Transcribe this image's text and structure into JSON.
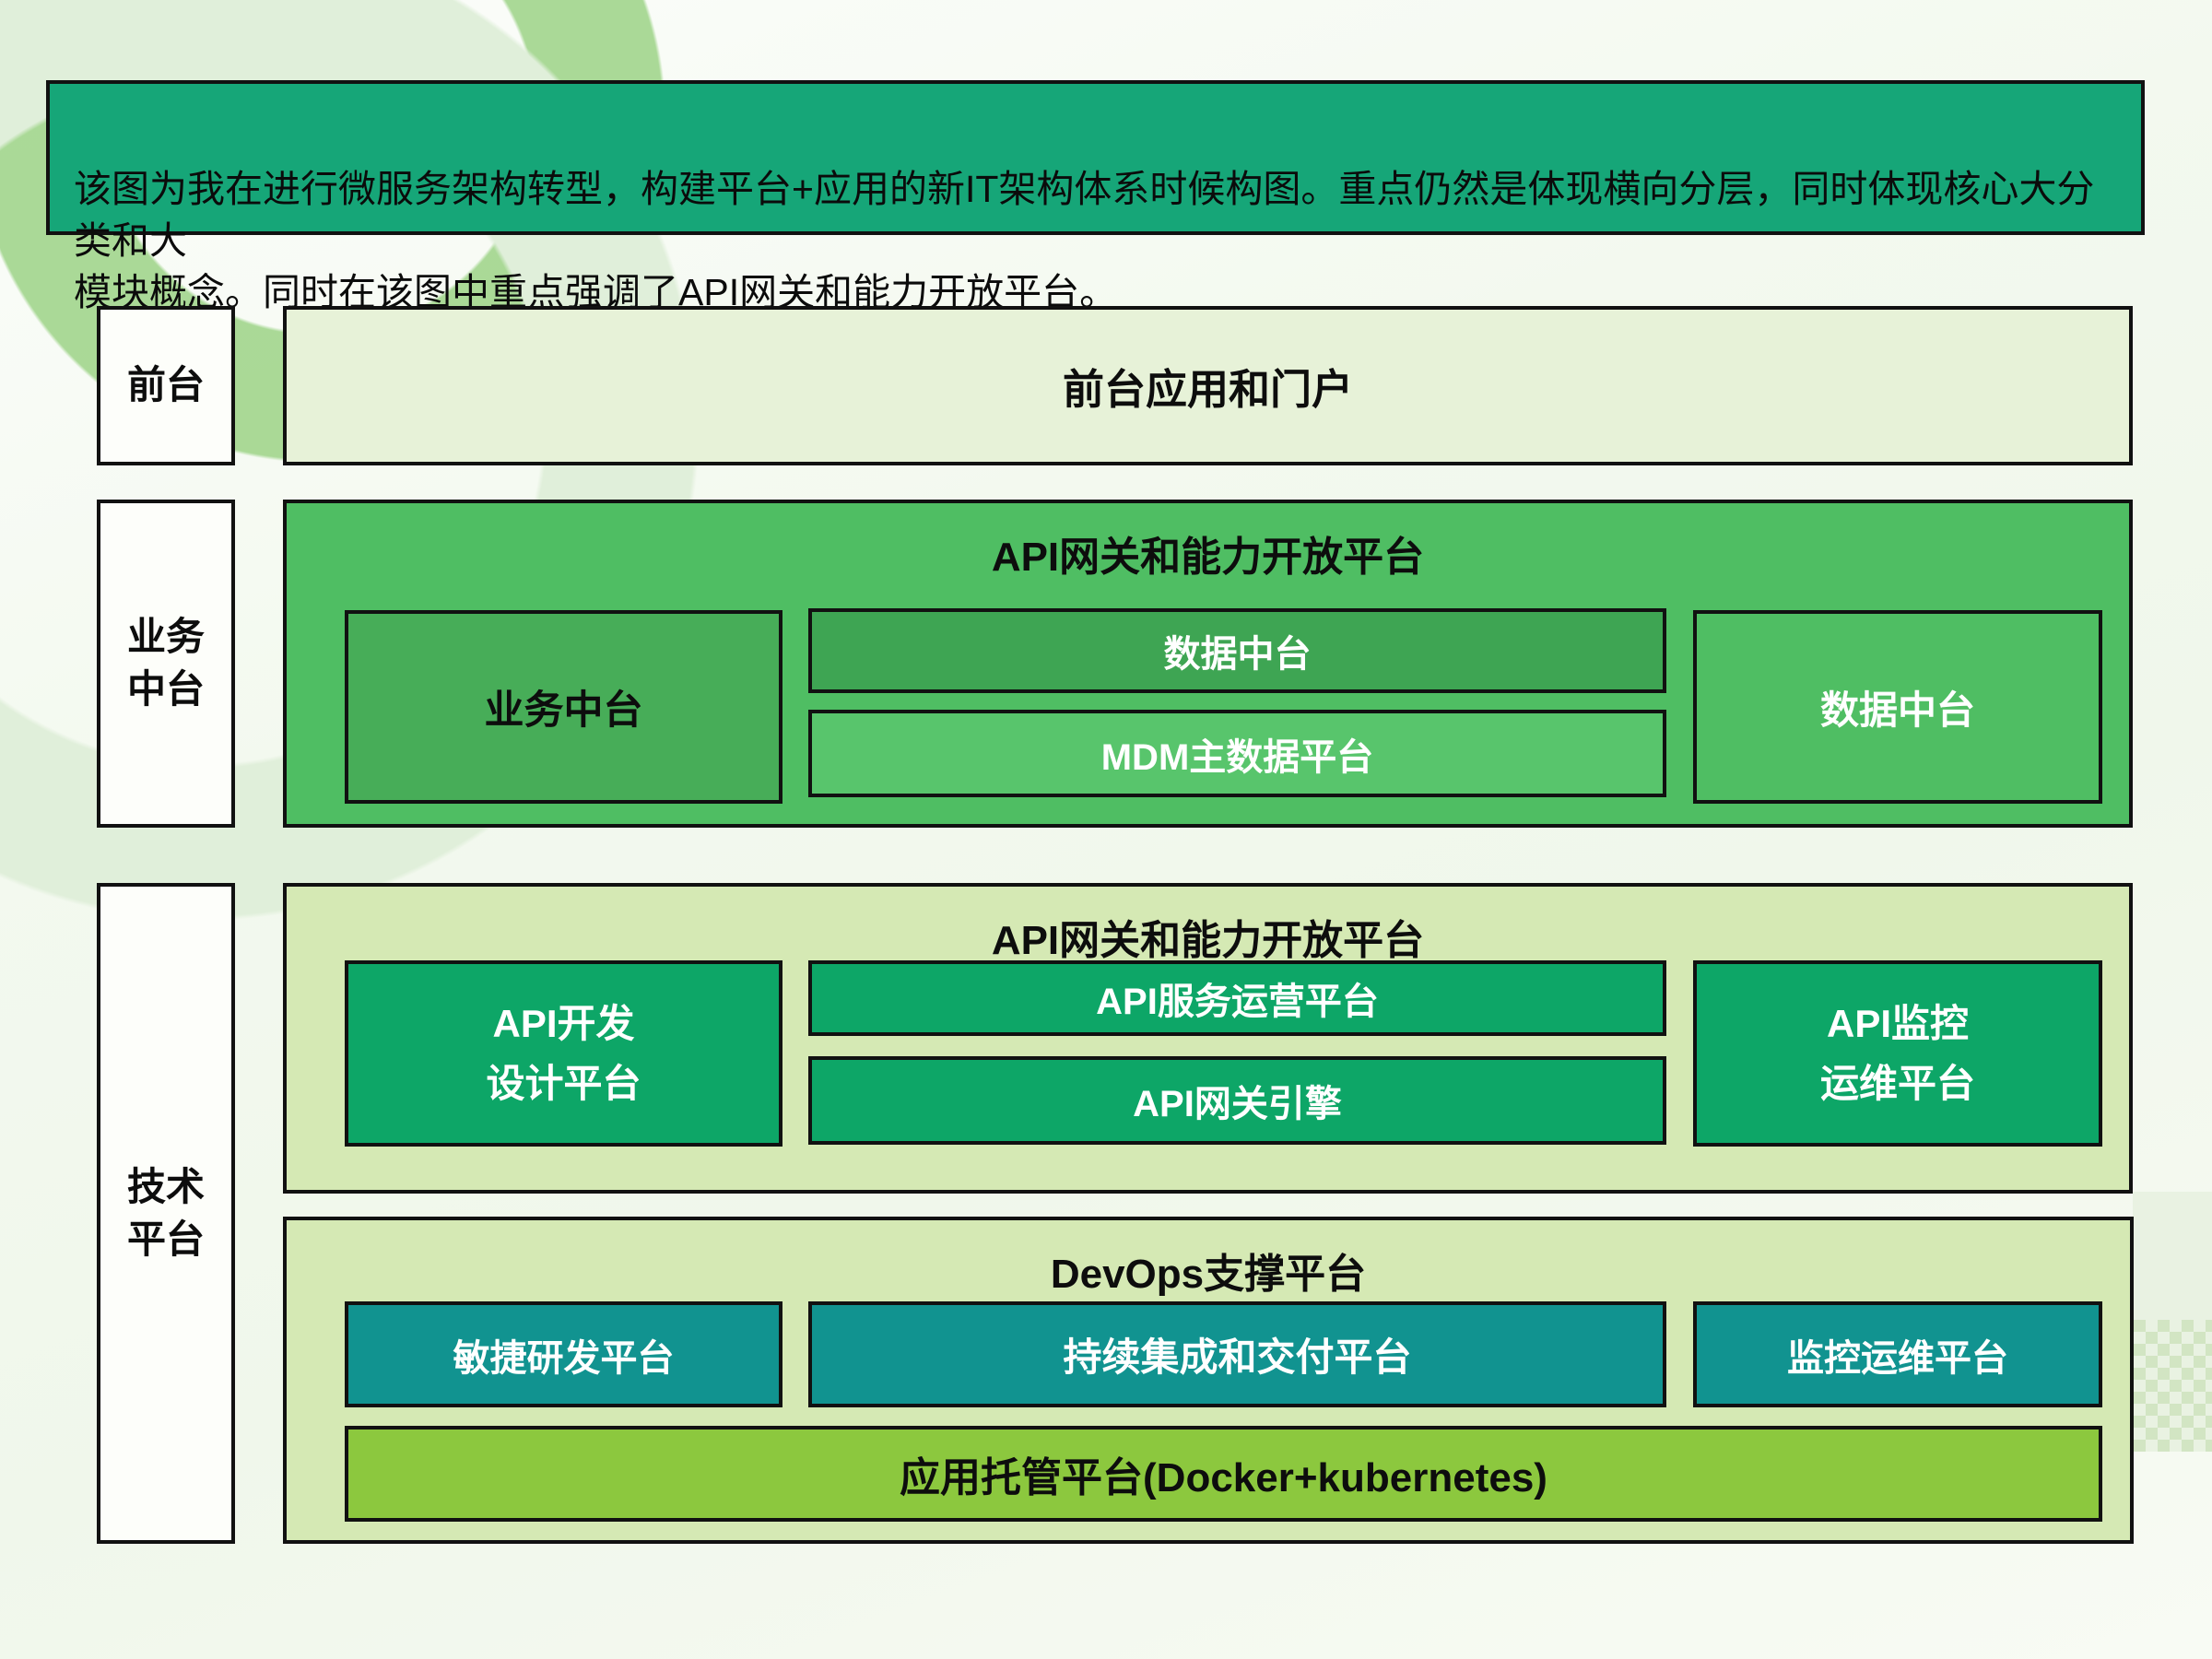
{
  "banner": {
    "text": "该图为我在进行微服务架构转型，构建平台+应用的新IT架构体系时候构图。重点仍然是体现横向分层，同时体现核心大分类和大\n模块概念。同时在该图中重点强调了API网关和能力开放平台。"
  },
  "left_labels": {
    "frontend": "前台",
    "business": "业务\n中台",
    "tech": "技术\n平台"
  },
  "frontend_row": {
    "title": "前台应用和门户"
  },
  "business_section": {
    "title": "API网关和能力开放平台",
    "left_box": "业务中台",
    "middle_top_box": "数据中台",
    "middle_bottom_box": "MDM主数据平台",
    "right_box": "数据中台"
  },
  "api_section": {
    "title": "API网关和能力开放平台",
    "left_box": "API开发\n设计平台",
    "middle_top_box": "API服务运营平台",
    "middle_bottom_box": "API网关引擎",
    "right_box": "API监控\n运维平台"
  },
  "devops_section": {
    "title": "DevOps支撑平台",
    "left_box": "敏捷研发平台",
    "middle_box": "持续集成和交付平台",
    "right_box": "监控运维平台",
    "bottom_box": "应用托管平台(Docker+kubernetes)"
  },
  "colors": {
    "banner_bg": "#16A678",
    "business_section_bg": "#4FBE63",
    "business_left_bg": "#47AD58",
    "business_middle_top_bg": "#3EA553",
    "business_middle_bottom_bg": "#58C56C",
    "business_right_bg": "#4FBE63",
    "light_section_bg": "#D5E9B4",
    "api_box_bg": "#0DA667",
    "devops_box_bg": "#119390",
    "hosting_box_bg": "#8CC83E",
    "frontend_row_bg": "#E7F2D8",
    "label_box_bg": "#FDFEFA",
    "border": "#111111",
    "text_dark": "#0D0D0D",
    "text_light": "#FFFFFF"
  }
}
